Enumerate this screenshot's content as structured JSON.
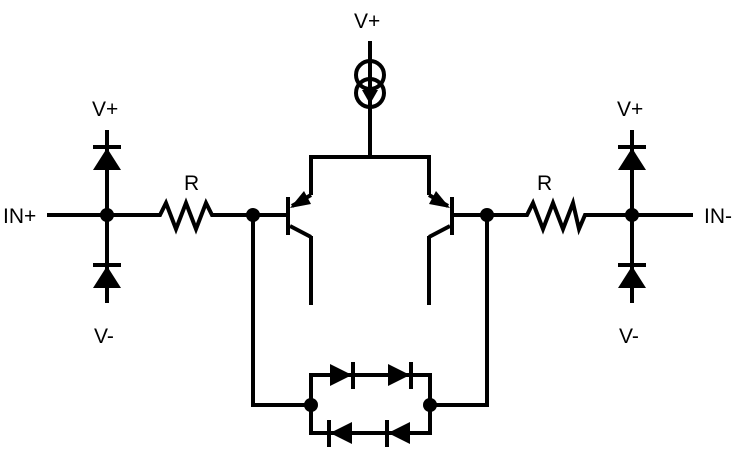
{
  "labels": {
    "supply_top": "V+",
    "in_plus": "IN+",
    "in_minus": "IN-",
    "left_vplus": "V+",
    "left_vminus": "V-",
    "right_vplus": "V+",
    "right_vminus": "V-",
    "left_resistor": "R",
    "right_resistor": "R"
  },
  "colors": {
    "ink": "#000000",
    "background": "#ffffff"
  }
}
